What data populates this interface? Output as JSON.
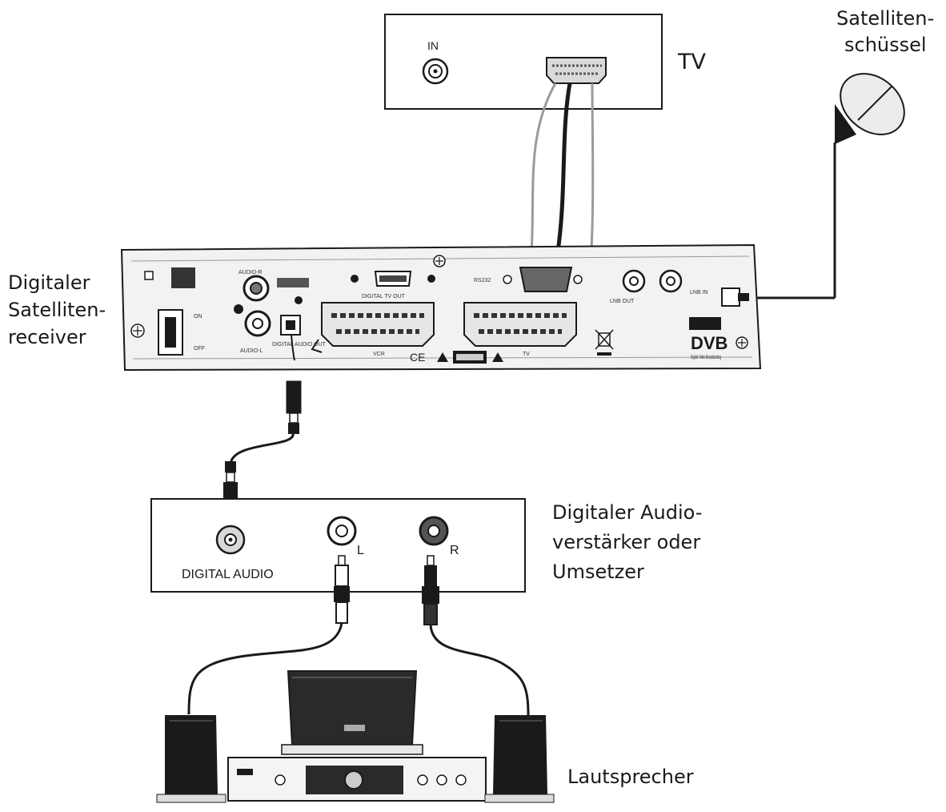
{
  "tv": {
    "title": "TV",
    "in_label": "IN"
  },
  "dish": {
    "label_line1": "Satelliten-",
    "label_line2": "schüssel"
  },
  "receiver": {
    "label_line1": "Digitaler",
    "label_line2": "Satelliten-",
    "label_line3": "receiver",
    "ports": {
      "on": "ON",
      "off": "OFF",
      "audio_r": "AUDIO-R",
      "audio_l": "AUDIO-L",
      "digital_audio_out": "DIGITAL AUDIO OUT",
      "digital_tv_out": "DIGITAL TV OUT",
      "rs232": "RS232",
      "lnb_out": "LNB OUT",
      "lnb_in": "LNB IN",
      "vcr": "VCR",
      "tv": "TV",
      "ce": "CE",
      "dvb": "DVB",
      "dvb_sub": "Digital Video Broadcasting"
    }
  },
  "amplifier": {
    "label_line1": "Digitaler Audio-",
    "label_line2": "verstärker oder",
    "label_line3": "Umsetzer",
    "digital_audio": "DIGITAL AUDIO",
    "left": "L",
    "right": "R"
  },
  "speakers": {
    "label": "Lautsprecher"
  },
  "colors": {
    "outline": "#1a1a1a",
    "device_panel": "#f2f2f2",
    "cable_dark": "#1a1a1a",
    "cable_light": "#9a9a9a"
  }
}
